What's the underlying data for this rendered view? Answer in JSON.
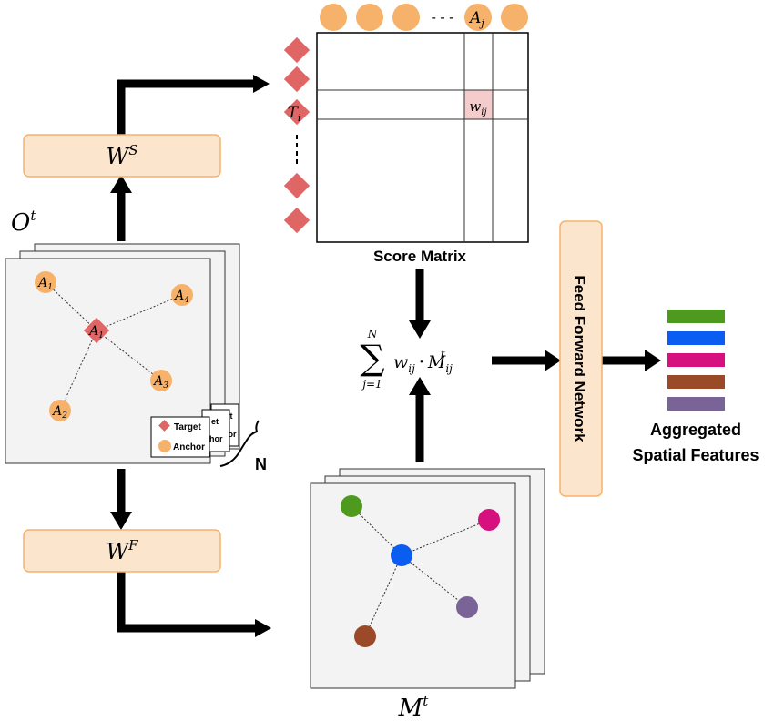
{
  "labels": {
    "ws_prefix": "W",
    "ws_sup": "S",
    "wf_prefix": "W",
    "wf_sup": "F",
    "ot_prefix": "O",
    "ot_sup": "t",
    "mt_prefix": "M",
    "mt_sup": "t",
    "score_matrix": "Score Matrix",
    "ffn": "Feed Forward Network",
    "aggregated_line1": "Aggregated",
    "aggregated_line2": "Spatial Features",
    "n_label": "N"
  },
  "matrix": {
    "aj_prefix": "A",
    "aj_sub": "j",
    "ti_prefix": "T",
    "ti_sub": "i",
    "wij_prefix": "w",
    "wij_sub": "ij",
    "dots": "- - -"
  },
  "formula": {
    "sum_upper": "N",
    "sum_lower": "j=1",
    "sigma": "∑",
    "w": "w",
    "w_sub": "ij",
    "dot": "·",
    "m": "M",
    "m_sub": "ij",
    "m_sup": "t"
  },
  "observation": {
    "nodes": [
      {
        "prefix": "A",
        "sub": "1"
      },
      {
        "prefix": "A",
        "sub": "2"
      },
      {
        "prefix": "A",
        "sub": "3"
      },
      {
        "prefix": "A",
        "sub": "4"
      },
      {
        "prefix": "A",
        "sub": "1"
      }
    ],
    "legend_target": "Target",
    "legend_anchor": "Anchor",
    "legend_back1": "et",
    "legend_back2": "hor",
    "legend_back3": "get",
    "legend_back4": "chor"
  },
  "colors": {
    "anchor": "#f6b26b",
    "target": "#e06666",
    "box_fill": "#fce5cd",
    "box_stroke": "#f6b26b",
    "features": [
      "#4e9a1f",
      "#0b5cf0",
      "#d6107e",
      "#9a4a28",
      "#7a6396"
    ]
  }
}
